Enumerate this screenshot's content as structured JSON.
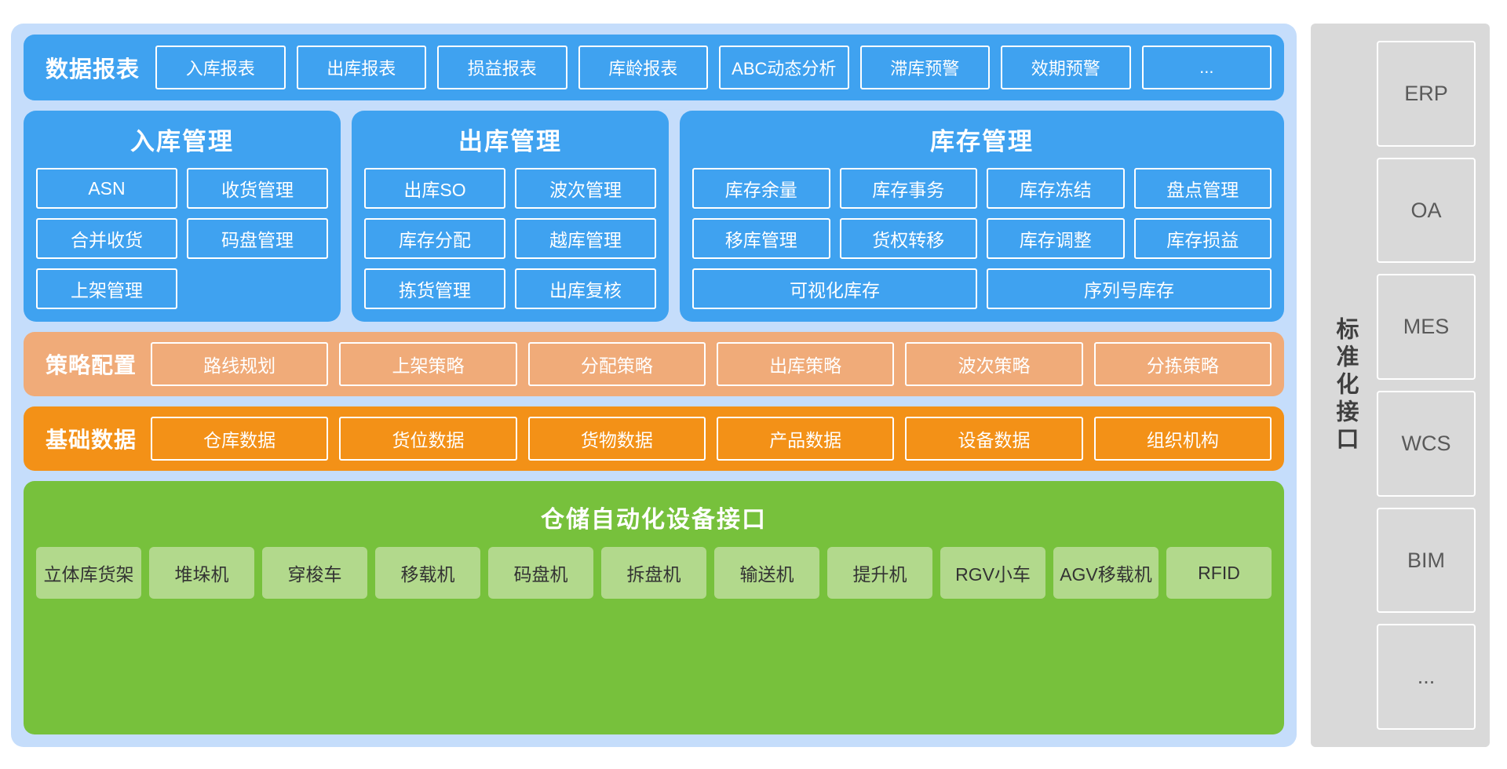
{
  "diagram": {
    "reports": {
      "title": "数据报表",
      "items": [
        "入库报表",
        "出库报表",
        "损益报表",
        "库龄报表",
        "ABC动态分析",
        "滞库预警",
        "效期预警",
        "..."
      ]
    },
    "management": [
      {
        "title": "入库管理",
        "items": [
          "ASN",
          "收货管理",
          "合并收货",
          "码盘管理",
          "上架管理"
        ]
      },
      {
        "title": "出库管理",
        "items": [
          "出库SO",
          "波次管理",
          "库存分配",
          "越库管理",
          "拣货管理",
          "出库复核"
        ]
      },
      {
        "title": "库存管理",
        "quad_items": [
          "库存余量",
          "库存事务",
          "库存冻结",
          "盘点管理",
          "移库管理",
          "货权转移",
          "库存调整",
          "库存损益"
        ],
        "half_items": [
          "可视化库存",
          "序列号库存"
        ]
      }
    ],
    "policy": {
      "title": "策略配置",
      "items": [
        "路线规划",
        "上架策略",
        "分配策略",
        "出库策略",
        "波次策略",
        "分拣策略"
      ]
    },
    "basic": {
      "title": "基础数据",
      "items": [
        "仓库数据",
        "货位数据",
        "货物数据",
        "产品数据",
        "设备数据",
        "组织机构"
      ]
    },
    "equipment": {
      "title": "仓储自动化设备接口",
      "items": [
        "立体库货架",
        "堆垛机",
        "穿梭车",
        "移载机",
        "码盘机",
        "拆盘机",
        "输送机",
        "提升机",
        "RGV小车",
        "AGV移载机",
        "RFID"
      ]
    },
    "sidebar": {
      "label": "标准化接口",
      "items": [
        "ERP",
        "OA",
        "MES",
        "WCS",
        "BIM",
        "..."
      ]
    },
    "colors": {
      "panel_bg": "#c5ddfb",
      "blue": "#3fa2f0",
      "orange_light": "#f0ab79",
      "orange": "#f39117",
      "green": "#77c13c",
      "green_chip": "#b2d98c",
      "sidebar_bg": "#d9d9d9"
    }
  }
}
